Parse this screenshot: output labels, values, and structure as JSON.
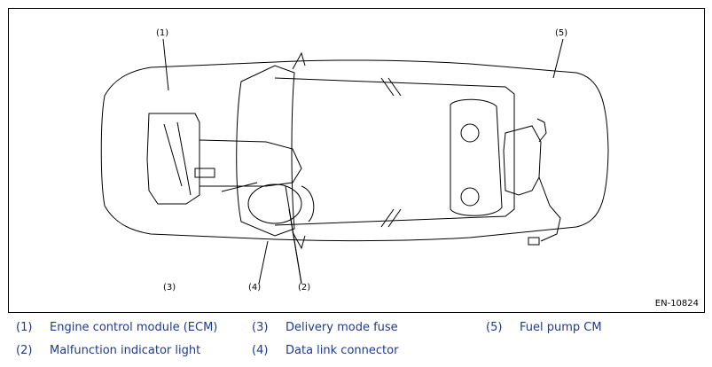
{
  "diagram": {
    "figure_code": "EN-10824",
    "callouts": {
      "c1": "(1)",
      "c2": "(2)",
      "c3": "(3)",
      "c4": "(4)",
      "c5": "(5)"
    }
  },
  "legend": {
    "items": [
      {
        "number": "(1)",
        "label": "Engine control module (ECM)"
      },
      {
        "number": "(2)",
        "label": "Malfunction indicator light"
      },
      {
        "number": "(3)",
        "label": "Delivery mode fuse"
      },
      {
        "number": "(4)",
        "label": "Data link connector"
      },
      {
        "number": "(5)",
        "label": "Fuel pump CM"
      }
    ]
  },
  "colors": {
    "legend_text": "#1f3a8a",
    "line": "#000000"
  }
}
